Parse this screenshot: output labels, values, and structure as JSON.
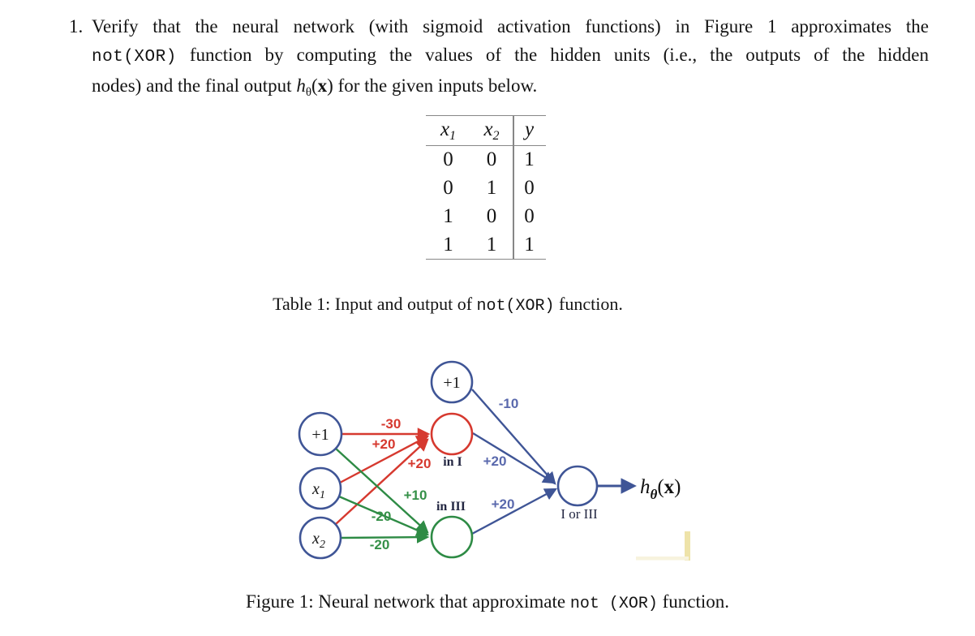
{
  "problem": {
    "number": "1.",
    "lines": {
      "l1": "Verify that the neural network (with sigmoid activation functions) in Figure 1 approximates the",
      "l2_mono": "not(XOR)",
      "l2_rest": " function by computing the values of the hidden units (i.e., the outputs of the hidden",
      "l3_pre": "nodes) and the final output ",
      "l3_post": " for the given inputs below."
    },
    "math": {
      "h": "h",
      "theta": "θ",
      "open": "(",
      "x": "x",
      "close": ")"
    }
  },
  "table": {
    "headers": [
      {
        "base": "x",
        "sub": "1"
      },
      {
        "base": "x",
        "sub": "2"
      },
      {
        "base": "y",
        "sub": ""
      }
    ],
    "rows": [
      [
        "0",
        "0",
        "1"
      ],
      [
        "0",
        "1",
        "0"
      ],
      [
        "1",
        "0",
        "0"
      ],
      [
        "1",
        "1",
        "1"
      ]
    ],
    "caption": {
      "prefix": "Table 1: Input and output of ",
      "mono": "not(XOR)",
      "suffix": " function."
    }
  },
  "figure": {
    "caption": {
      "prefix": "Figure 1: Neural network that approximate ",
      "mono": "not (XOR)",
      "suffix": " function."
    },
    "nodes": {
      "bias_hidden": "+1",
      "bias_output": "+1",
      "x1": {
        "base": "x",
        "sub": "1"
      },
      "x2": {
        "base": "x",
        "sub": "2"
      },
      "hidden1_label": "in I",
      "hidden2_label": "in III",
      "output_label": "I or III"
    },
    "weights": {
      "bias_to_h1": "-30",
      "x1_to_h1": "+20",
      "x2_to_h1": "+20",
      "bias_to_h2": "+10",
      "x1_to_h2": "-20",
      "x2_to_h2": "-20",
      "bias_to_out": "-10",
      "h1_to_out": "+20",
      "h2_to_out": "+20"
    },
    "output_math": {
      "h": "h",
      "theta": "θ",
      "open": "(",
      "x": "x",
      "close": ")"
    },
    "colors": {
      "edge_red": "#d6392f",
      "edge_green": "#2e8b45",
      "node_blue": "#3f5596",
      "label_blue": "#5a69ad",
      "label_green": "#359048",
      "label_dark": "#232742",
      "rule_gray": "#878787",
      "highlight_yellow": "#eee3a9"
    }
  }
}
